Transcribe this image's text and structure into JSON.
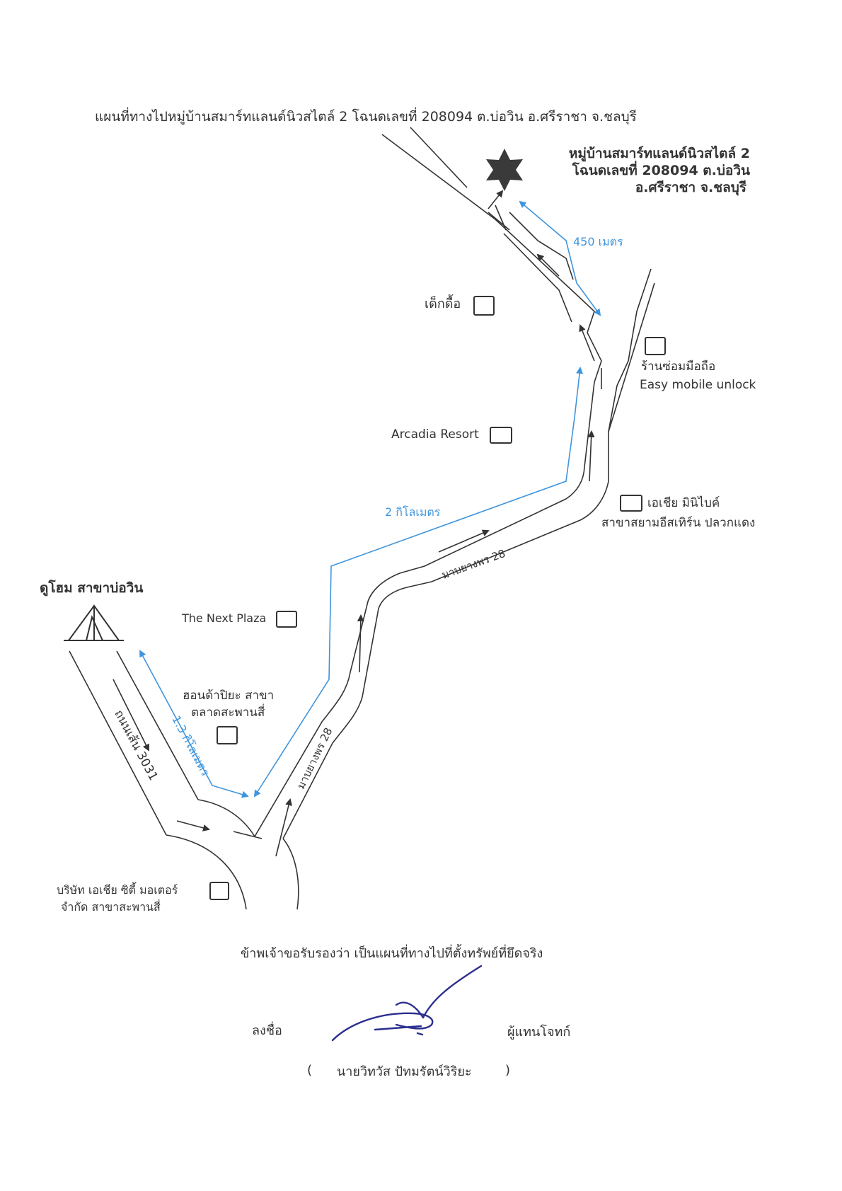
{
  "header": {
    "title": "แผนที่ทางไปหมู่บ้านสมาร์ทแลนด์นิวสไตล์ 2 โฉนดเลขที่ 208094 ต.บ่อวิน อ.ศรีราชา จ.ชลบุรี"
  },
  "destination": {
    "line1": "หมู่บ้านสมาร์ทแลนด์นิวสไตล์ 2",
    "line2": "โฉนดเลขที่ 208094 ต.บ่อวิน",
    "line3": "อ.ศรีราชา จ.ชลบุรี",
    "icon": "star-icon"
  },
  "start": {
    "label": "ดูโฮม สาขาบ่อวิน",
    "icon": "tent-icon"
  },
  "distances": {
    "d1": "1.3 กิโลเมตร",
    "d2": "2 กิโลเมตร",
    "d3": "450 เมตร"
  },
  "roads": {
    "road_3031": "ถนนเส้น 3031",
    "road_28_a": "มาบยางพร 28",
    "road_28_b": "มาบยางพร 28"
  },
  "landmarks": {
    "dekdue": "เด็กดื้อ",
    "phone_shop_1": "ร้านซ่อมมือถือ",
    "phone_shop_2": "Easy mobile unlock",
    "arcadia": "Arcadia Resort",
    "asia_minibike_1": "เอเชีย มินิไบค์",
    "asia_minibike_2": "สาขาสยามอีสเทิร์น ปลวกแดง",
    "next_plaza": "The Next Plaza",
    "honda_1": "ฮอนด้าปิยะ สาขา",
    "honda_2": "ตลาดสะพานสี่",
    "asia_city_1": "บริษัท เอเชีย ซิตี้ มอเตอร์",
    "asia_city_2": "จำกัด สาขาสะพานสี่"
  },
  "certification": {
    "statement": "ข้าพเจ้าขอรับรองว่า เป็นแผนที่ทางไปที่ตั้งทรัพย์ที่ยึดจริง",
    "sign_label": "ลงชื่อ",
    "role": "ผู้แทนโจทก์",
    "open_paren": "(",
    "name": "นายวิทวัส ปัทมรัตน์วิริยะ",
    "close_paren": ")"
  },
  "colors": {
    "line": "#333333",
    "distance": "#3f95dd",
    "signature": "#2b2f8f"
  }
}
